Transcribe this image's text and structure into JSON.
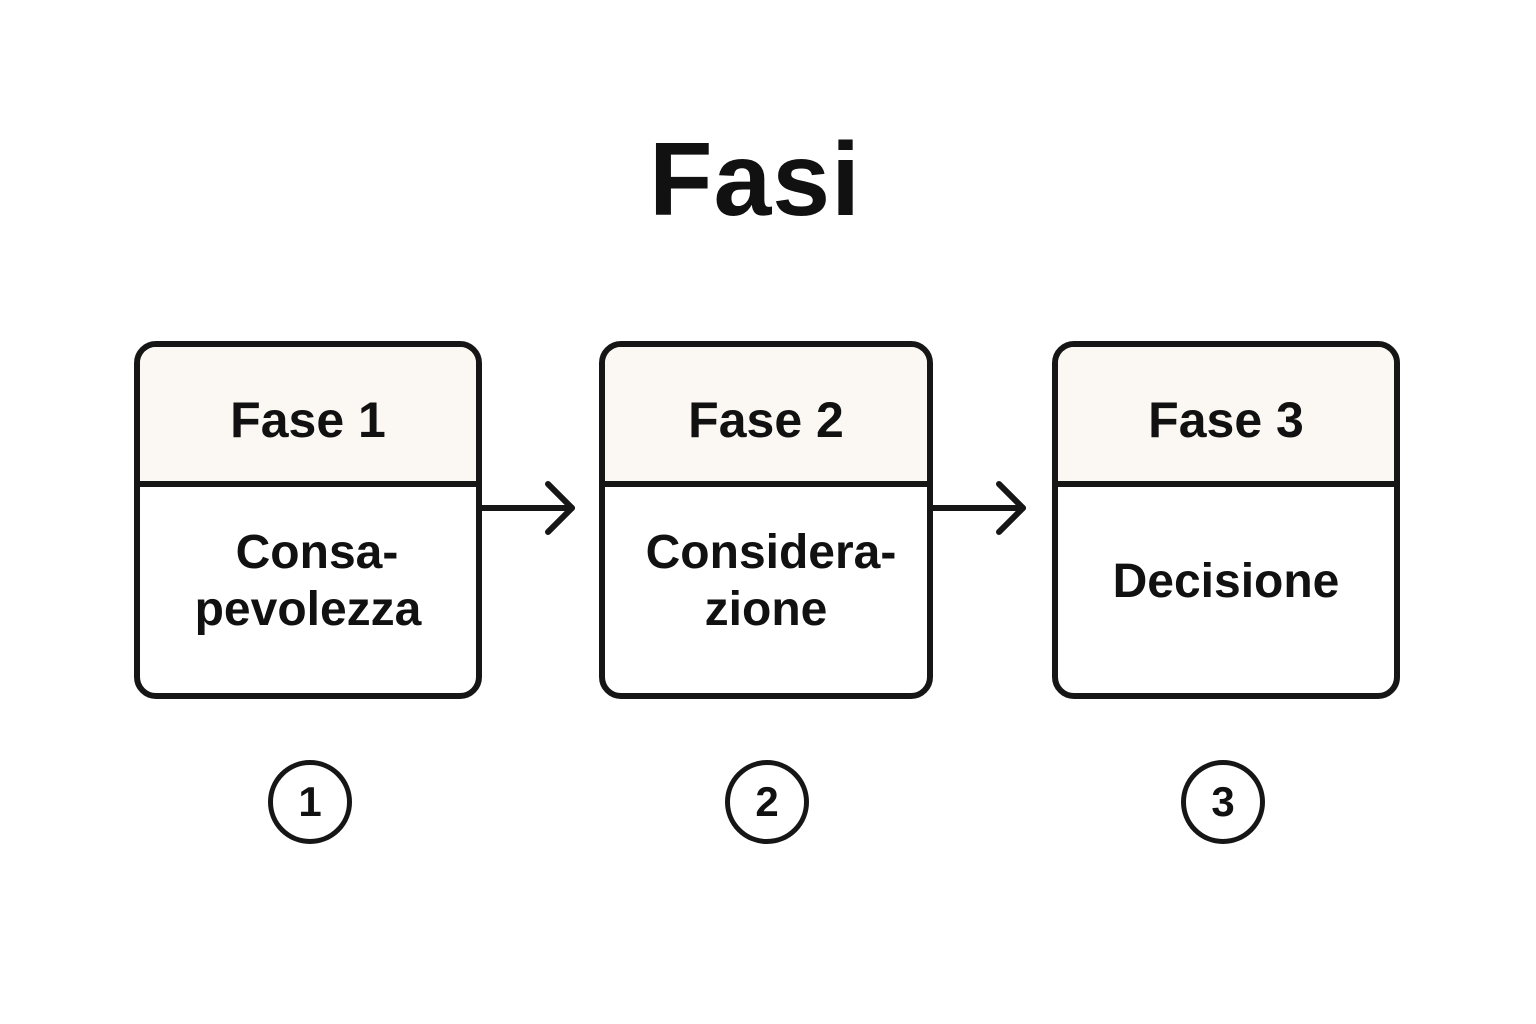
{
  "title": "Fasi",
  "stages": [
    {
      "header": "Fase 1",
      "lines": [
        "Consa-",
        "pevolezza"
      ],
      "number": "1"
    },
    {
      "header": "Fase 2",
      "lines": [
        "Considera-",
        "zione"
      ],
      "number": "2"
    },
    {
      "header": "Fase 3",
      "lines": [
        "Decisione"
      ],
      "number": "3"
    }
  ],
  "colors": {
    "stroke": "#161616",
    "header_fill": "#fbf8f3",
    "background": "#ffffff",
    "text": "#111111"
  },
  "icons": [
    "arrow-right-icon"
  ]
}
